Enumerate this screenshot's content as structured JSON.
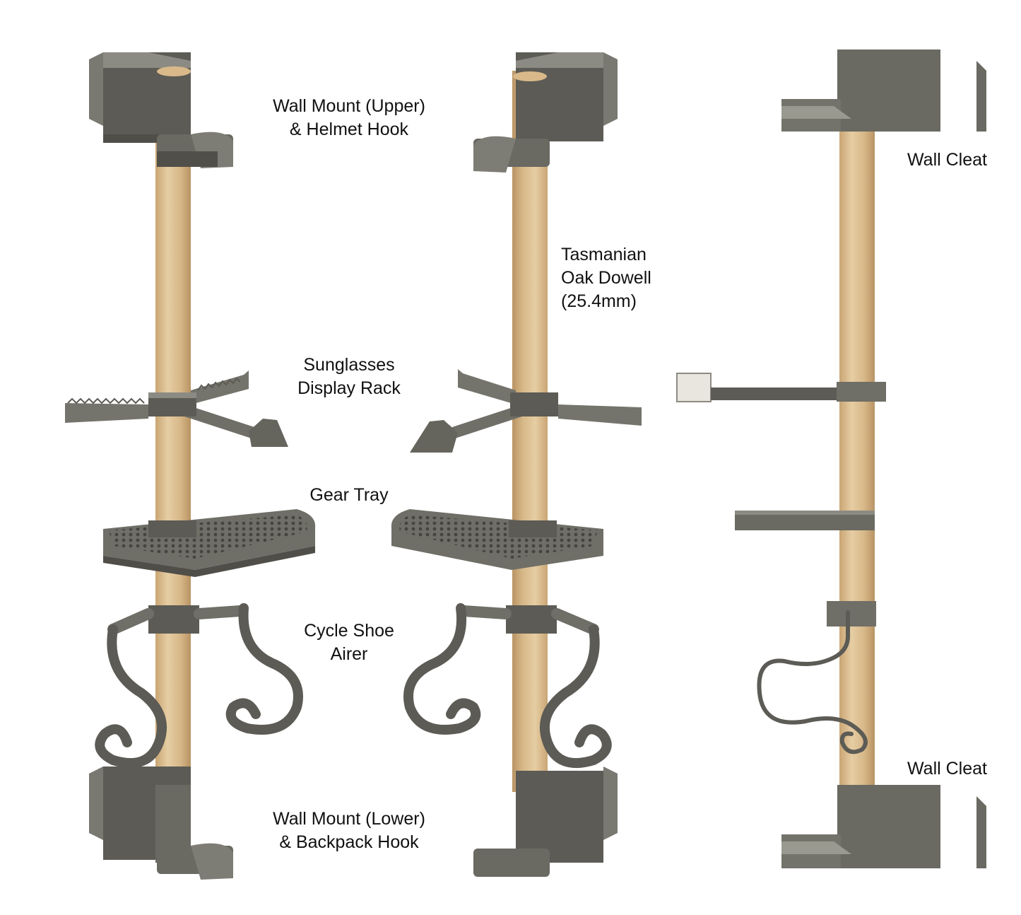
{
  "colors": {
    "metal_dark": "#55544e",
    "metal_mid": "#6f6e67",
    "metal_light": "#8c8b83",
    "wood_light": "#e2c79b",
    "wood_mid": "#d2b184",
    "wood_dark": "#b99363",
    "label_text": "#111111"
  },
  "labels": {
    "wall_mount_upper": [
      "Wall Mount (Upper)",
      "& Helmet Hook"
    ],
    "dowel": [
      "Tasmanian",
      "Oak Dowell",
      "(25.4mm)"
    ],
    "sunglasses": [
      "Sunglasses",
      "Display Rack"
    ],
    "gear_tray": [
      "Gear Tray"
    ],
    "shoe_airer": [
      "Cycle Shoe",
      "Airer"
    ],
    "wall_mount_lower": [
      "Wall Mount (Lower)",
      "& Backpack Hook"
    ],
    "wall_cleat_top": [
      "Wall Cleat"
    ],
    "wall_cleat_bottom": [
      "Wall Cleat"
    ]
  }
}
